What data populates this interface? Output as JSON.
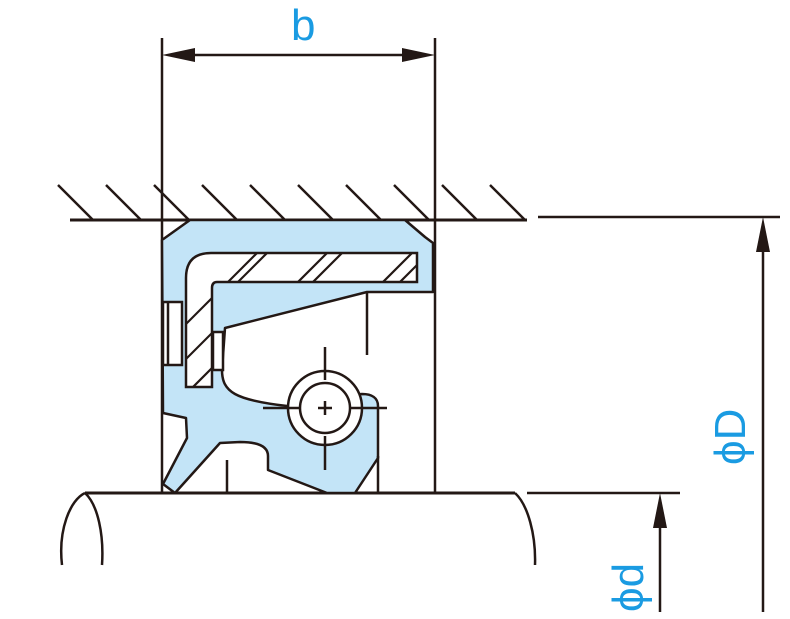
{
  "labels": {
    "width": "b",
    "outer_diameter": "ϕD",
    "shaft_diameter": "ϕd"
  },
  "colors": {
    "seal_fill": "#c3e4f7",
    "label": "#1a9be2",
    "line": "#231815"
  }
}
